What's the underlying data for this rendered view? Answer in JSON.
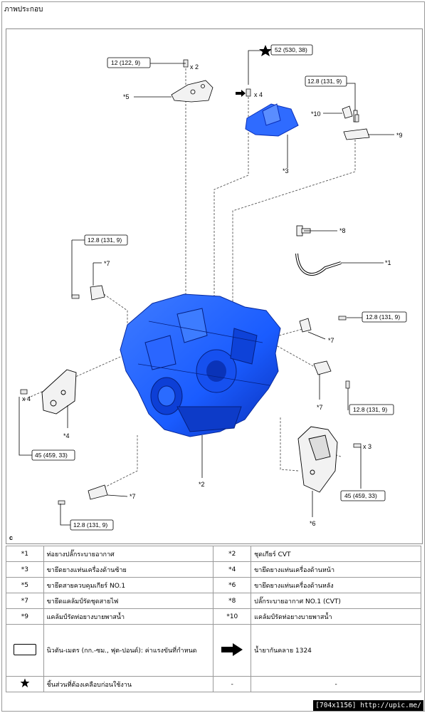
{
  "header": {
    "title": "ภาพประกอบ"
  },
  "diagram": {
    "corner_letter": "c",
    "torques": {
      "t_52": "52 (530, 38)",
      "t_12": "12 (122, 9)",
      "t_128_a": "12.8 (131, 9)",
      "t_128_b": "12.8 (131, 9)",
      "t_128_c": "12.8 (131, 9)",
      "t_128_d": "12.8 (131, 9)",
      "t_128_e": "12.8 (131, 9)",
      "t_45_a": "45 (459, 33)",
      "t_45_b": "45 (459, 33)"
    },
    "callouts": {
      "c1": "*1",
      "c2": "*2",
      "c3": "*3",
      "c4": "*4",
      "c5": "*5",
      "c6": "*6",
      "c7a": "*7",
      "c7b": "*7",
      "c7c": "*7",
      "c7d": "*7",
      "c8": "*8",
      "c9": "*9",
      "c10": "*10"
    },
    "multipliers": {
      "x2": "x 2",
      "x4a": "x 4",
      "x4b": "x 4",
      "x3": "x 3"
    },
    "colors": {
      "transmission": "#1a5cff",
      "transmission_dark": "#0a2fb8",
      "part_highlight": "#2f6bff",
      "line": "#000000",
      "dashed": "#555555"
    }
  },
  "legend": {
    "rows": [
      {
        "c1": "*1",
        "d1": "ท่อยางปลั๊กระบายอากาศ",
        "c2": "*2",
        "d2": "ชุดเกียร์ CVT"
      },
      {
        "c1": "*3",
        "d1": "ขายึดยางแท่นเครื่องด้านซ้าย",
        "c2": "*4",
        "d2": "ขายึดยางแท่นเครื่องด้านหน้า"
      },
      {
        "c1": "*5",
        "d1": "ขายึดสายควบคุมเกียร์ NO.1",
        "c2": "*6",
        "d2": "ขายึดยางแท่นเครื่องด้านหลัง"
      },
      {
        "c1": "*7",
        "d1": "ขายึดแคล้มป์รัดชุดสายไฟ",
        "c2": "*8",
        "d2": "ปลั๊กระบายอากาศ NO.1 (CVT)"
      },
      {
        "c1": "*9",
        "d1": "แคล้มป์รัดท่อยางบายพาสน้ำ",
        "c2": "*10",
        "d2": "แคล้มป์รัดท่อยางบายพาสน้ำ"
      }
    ],
    "torque_note": "นิวตัน-เมตร (กก.-ซม., ฟุต-ปอนด์): ค่าแรงขันที่กำหนด",
    "sealant_note": "น้ำยากันคลาย 1324",
    "star_note": "ชิ้นส่วนที่ต้องเคลือบก่อนใช้งาน",
    "dash1": "-",
    "dash2": "-"
  },
  "footer": {
    "tag": "[704x1156] http://upic.me/"
  }
}
